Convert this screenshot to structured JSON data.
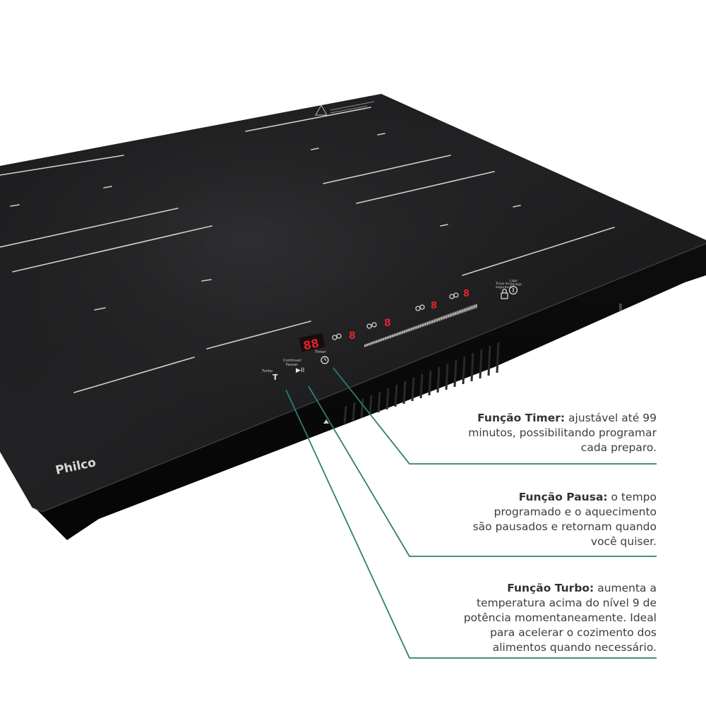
{
  "brand": "Philco",
  "panel": {
    "turbo_label": "Turbo",
    "turbo_symbol": "T",
    "pause_label_line1": "Continuar/",
    "pause_label_line2": "Pausar",
    "pause_symbol": "▶II",
    "timer_label": "Timer",
    "lock_label_line1": "Trava de",
    "lock_label_line2": "segurança",
    "power_label_line1": "Liga/",
    "power_label_line2": "Desliga",
    "timer_display": "88",
    "zone_displays": [
      "8",
      "8",
      "8",
      "8"
    ]
  },
  "callouts": {
    "timer": {
      "title": "Função Timer:",
      "text": "ajustável até 99 minutos, possibilitando programar cada preparo."
    },
    "pause": {
      "title": "Função Pausa:",
      "text": "o tempo programado e o aquecimento são pausados e retornam quando você quiser."
    },
    "turbo": {
      "title": "Função Turbo:",
      "text": "aumenta a temperatura acima do nível 9 de potência momentaneamente. Ideal para acelerar o cozimento dos alimentos quando necessário."
    }
  },
  "colors": {
    "glass": "#161617",
    "leader_line": "#2f7d73",
    "display_red": "#e0232a",
    "callout_text": "#3d3d3d"
  }
}
